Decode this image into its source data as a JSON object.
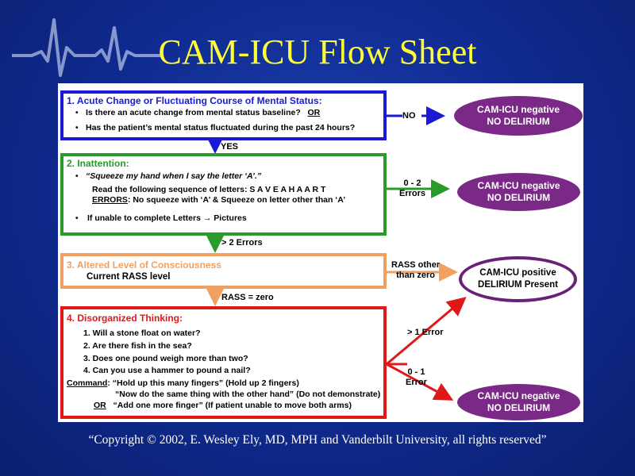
{
  "slide": {
    "title": "CAM-ICU Flow Sheet",
    "copyright": "“Copyright © 2002, E. Wesley Ely, MD, MPH and Vanderbilt University, all rights reserved”"
  },
  "colors": {
    "step1": "#1a1ad6",
    "step2": "#2a9a2a",
    "step3": "#f0a060",
    "step4": "#e01818",
    "oval_negative": "#7a2a86",
    "oval_positive_border": "#6a1f78"
  },
  "steps": {
    "step1": {
      "title": "1. Acute Change or Fluctuating Course of Mental Status:",
      "q1": "Is there an acute change from mental status baseline?",
      "q1_or": "OR",
      "q2": "Has the patient’s mental status fluctuated during the past 24 hours?"
    },
    "step2": {
      "title": "2. Inattention:",
      "line1": "“Squeeze my hand when I say the letter ‘A’.”",
      "line2": "Read the following sequence of letters: S A V E A H A A R T",
      "line3_label": "ERRORS",
      "line3_rest": ": No squeeze with ‘A’ & Squeeze on letter other than ‘A’",
      "line4": "If unable to complete Letters → Pictures"
    },
    "step3": {
      "title": "3. Altered Level of Consciousness",
      "line1": "Current RASS level"
    },
    "step4": {
      "title": "4. Disorganized Thinking:",
      "q1": "1. Will a stone float on water?",
      "q2": "2. Are there fish in the sea?",
      "q3": "3. Does one pound weigh more than two?",
      "q4": "4. Can you use a hammer to pound a nail?",
      "command_label": "Command",
      "command1": ":  “Hold up this many fingers” (Hold up 2 fingers)",
      "command2": "“Now do the same thing with the other hand” (Do not demonstrate)",
      "or_label": "OR",
      "command3": "“Add one more finger” (If patient unable to move both arms)"
    }
  },
  "transitions": {
    "no": "NO",
    "yes": "YES",
    "errors_0_2_a": "0 - 2",
    "errors_0_2_b": "Errors",
    "gt2_errors": "> 2 Errors",
    "rass_other_a": "RASS other",
    "rass_other_b": "than zero",
    "rass_zero": "RASS = zero",
    "gt1_error": "> 1 Error",
    "err_0_1_a": "0 - 1",
    "err_0_1_b": "Error"
  },
  "outcomes": {
    "negative_line1": "CAM-ICU negative",
    "negative_line2": "NO DELIRIUM",
    "positive_line1": "CAM-ICU positive",
    "positive_line2": "DELIRIUM Present"
  }
}
